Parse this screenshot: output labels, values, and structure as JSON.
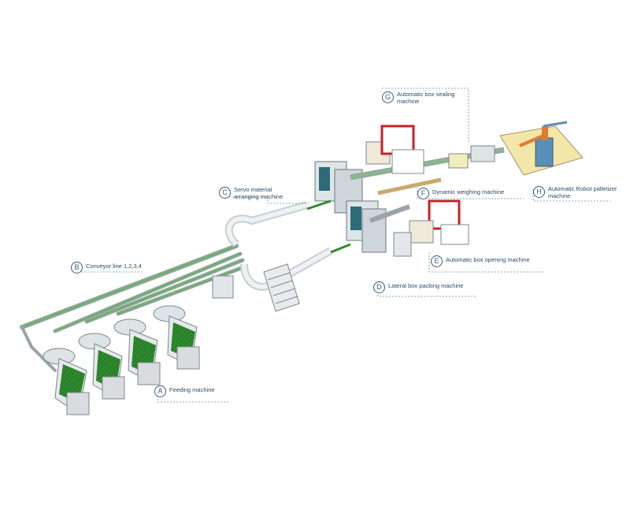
{
  "diagram": {
    "callouts": [
      {
        "letter": "A",
        "label": "Feeding machine"
      },
      {
        "letter": "B",
        "label": "Conveyor line 1,2,3,4"
      },
      {
        "letter": "C",
        "label": "Servo material\narranging machine"
      },
      {
        "letter": "D",
        "label": "Lateral box packing machine"
      },
      {
        "letter": "E",
        "label": "Automatic box opening machine"
      },
      {
        "letter": "F",
        "label": "Dynamic weighing machine"
      },
      {
        "letter": "G",
        "label": "Automatic box sealing\nmachine"
      },
      {
        "letter": "H",
        "label": "Automatic Robot palletizer\nmachine"
      }
    ],
    "colors": {
      "accent_green": "#2e8b2e",
      "frame_red": "#c8202a",
      "callout_blue": "#3c5a78",
      "pallet_yellow": "#f2e6a8",
      "robot_blue": "#5a8fb8"
    }
  }
}
